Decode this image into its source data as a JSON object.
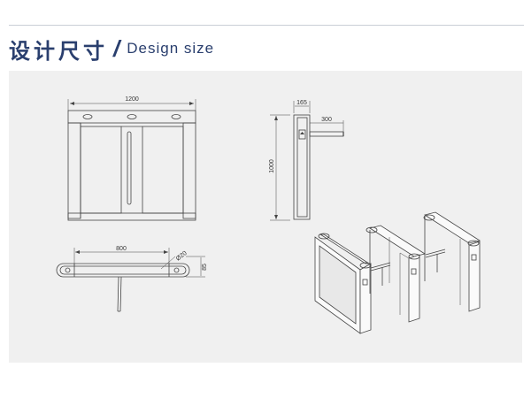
{
  "header": {
    "title_cn": "设计尺寸",
    "separator": "/",
    "title_en": "Design size"
  },
  "dimensions": {
    "front_width": "1200",
    "side_depth": "165",
    "arm_length": "300",
    "height": "1000",
    "top_width": "800",
    "radius": "Ø20",
    "top_height": "85"
  }
}
